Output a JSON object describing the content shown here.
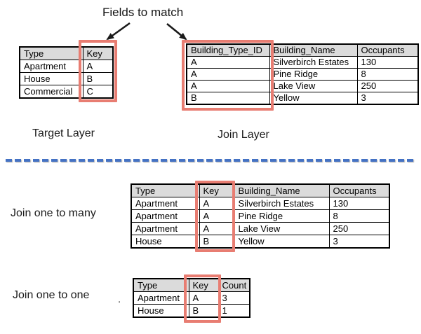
{
  "title": {
    "fields_to_match": "Fields to match"
  },
  "labels": {
    "target_layer": "Target Layer",
    "join_layer": "Join Layer",
    "join_one_to_many": "Join one to many",
    "join_one_to_one": "Join one to one",
    "stray_dot": "."
  },
  "colors": {
    "background": "#ffffff",
    "table_border": "#000000",
    "header_bg": "#dbdbdb",
    "highlight_red": "#e87d72",
    "divider_blue": "#4472c4",
    "arrow_black": "#1a1a1a",
    "text": "#1b1b1b"
  },
  "tables": {
    "target": {
      "headers": [
        "Type",
        "Key"
      ],
      "rows": [
        [
          "Apartment",
          "A"
        ],
        [
          "House",
          "B"
        ],
        [
          "Commercial",
          "C"
        ]
      ],
      "highlighted_column": "Key"
    },
    "join": {
      "headers": [
        "Building_Type_ID",
        "Building_Name",
        "Occupants"
      ],
      "rows": [
        [
          "A",
          "Silverbirch Estates",
          "130"
        ],
        [
          "A",
          "Pine Ridge",
          "8"
        ],
        [
          "A",
          "Lake View",
          "250"
        ],
        [
          "B",
          "Yellow",
          "3"
        ]
      ],
      "highlighted_column": "Building_Type_ID"
    },
    "one_to_many": {
      "headers": [
        "Type",
        "Key",
        "Building_Name",
        "Occupants"
      ],
      "rows": [
        [
          "Apartment",
          "A",
          "Silverbirch Estates",
          "130"
        ],
        [
          "Apartment",
          "A",
          "Pine Ridge",
          "8"
        ],
        [
          "Apartment",
          "A",
          "Lake View",
          "250"
        ],
        [
          "House",
          "B",
          "Yellow",
          "3"
        ]
      ],
      "highlighted_column": "Key"
    },
    "one_to_one": {
      "headers": [
        "Type",
        "Key",
        "Count"
      ],
      "rows": [
        [
          "Apartment",
          "A",
          "3"
        ],
        [
          "House",
          "B",
          "1"
        ]
      ],
      "highlighted_column": "Key"
    }
  }
}
